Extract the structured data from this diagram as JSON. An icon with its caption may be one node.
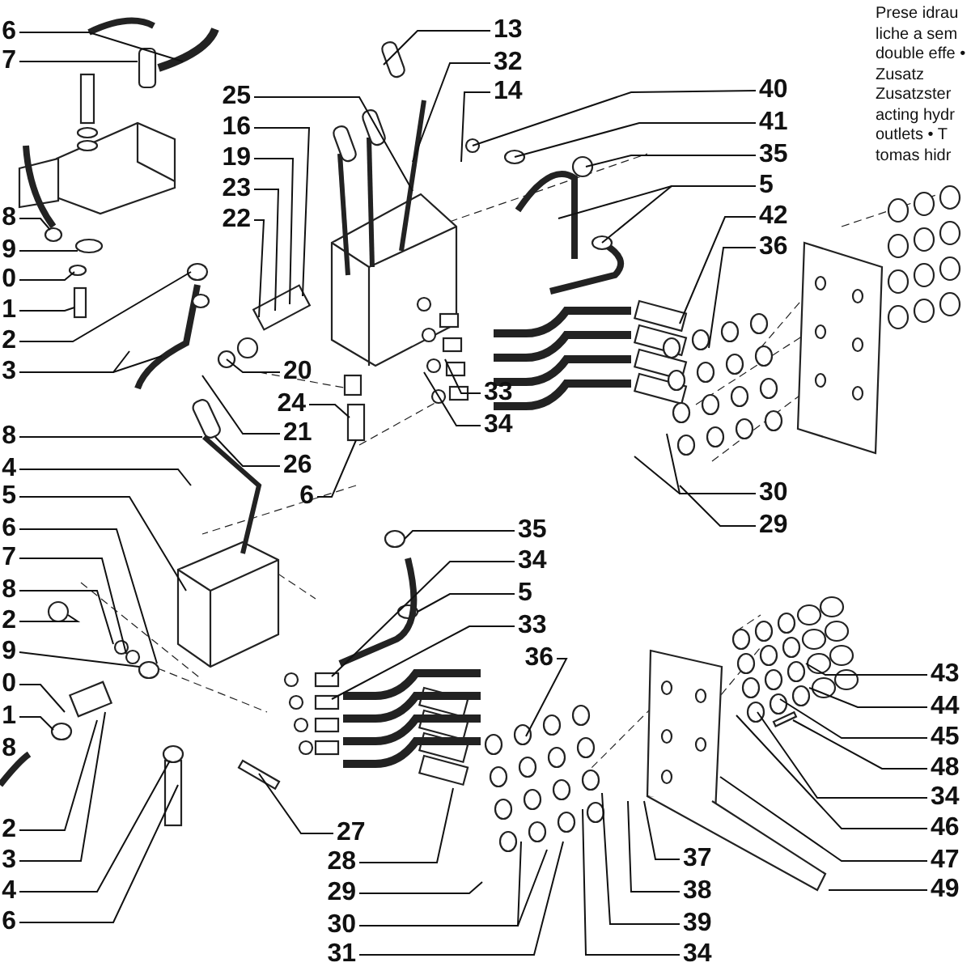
{
  "diagram": {
    "nodes": [
      {
        "text": [
          "13"
        ]
      },
      {
        "text": [
          "32"
        ]
      },
      {
        "text": [
          "14"
        ]
      },
      {
        "text": [
          "25"
        ]
      },
      {
        "text": [
          "16"
        ]
      },
      {
        "text": [
          "19"
        ]
      },
      {
        "text": [
          "23"
        ]
      },
      {
        "text": [
          "22"
        ]
      },
      {
        "text": [
          "40"
        ]
      },
      {
        "text": [
          "41"
        ]
      },
      {
        "text": [
          "35"
        ]
      },
      {
        "text": [
          "5"
        ]
      },
      {
        "text": [
          "42"
        ]
      },
      {
        "text": [
          "36"
        ]
      },
      {
        "text": [
          "20"
        ]
      },
      {
        "text": [
          "24"
        ]
      },
      {
        "text": [
          "21"
        ]
      },
      {
        "text": [
          "26"
        ]
      },
      {
        "text": [
          "6"
        ]
      },
      {
        "text": [
          "33"
        ]
      },
      {
        "text": [
          "34"
        ]
      },
      {
        "text": [
          "30"
        ]
      },
      {
        "text": [
          "29"
        ]
      },
      {
        "text": [
          "35"
        ]
      },
      {
        "text": [
          "34"
        ]
      },
      {
        "text": [
          "5"
        ]
      },
      {
        "text": [
          "33"
        ]
      },
      {
        "text": [
          "36"
        ]
      },
      {
        "text": [
          "43"
        ]
      },
      {
        "text": [
          "44"
        ]
      },
      {
        "text": [
          "45"
        ]
      },
      {
        "text": [
          "48"
        ]
      },
      {
        "text": [
          "34"
        ]
      },
      {
        "text": [
          "46"
        ]
      },
      {
        "text": [
          "27"
        ]
      },
      {
        "text": [
          "47"
        ]
      },
      {
        "text": [
          "28"
        ]
      },
      {
        "text": [
          "37"
        ]
      },
      {
        "text": [
          "38"
        ]
      },
      {
        "text": [
          "29"
        ]
      },
      {
        "text": [
          "49"
        ]
      },
      {
        "text": [
          "39"
        ]
      },
      {
        "text": [
          "30"
        ]
      },
      {
        "text": [
          "31"
        ]
      },
      {
        "text": [
          "34"
        ]
      },
      {
        "text": [
          "6"
        ]
      },
      {
        "text": [
          "7"
        ]
      },
      {
        "text": [
          "8"
        ]
      },
      {
        "text": [
          "9"
        ]
      },
      {
        "text": [
          "0"
        ]
      },
      {
        "text": [
          "1"
        ]
      },
      {
        "text": [
          "2"
        ]
      },
      {
        "text": [
          "3"
        ]
      },
      {
        "text": [
          "8"
        ]
      },
      {
        "text": [
          "4"
        ]
      },
      {
        "text": [
          "5"
        ]
      },
      {
        "text": [
          "6"
        ]
      },
      {
        "text": [
          "7"
        ]
      },
      {
        "text": [
          "8"
        ]
      },
      {
        "text": [
          "2"
        ]
      },
      {
        "text": [
          "9"
        ]
      },
      {
        "text": [
          "0"
        ]
      },
      {
        "text": [
          "1"
        ]
      },
      {
        "text": [
          "2"
        ]
      },
      {
        "text": [
          "3"
        ]
      },
      {
        "text": [
          "4"
        ]
      },
      {
        "text": [
          "6"
        ]
      }
    ],
    "edges": [
      {
        "from": 0,
        "to": null,
        "arrow": "none"
      },
      {
        "from": 1,
        "to": null,
        "arrow": "none"
      },
      {
        "from": 2,
        "to": null,
        "arrow": "none"
      },
      {
        "from": 3,
        "to": null,
        "arrow": "none"
      },
      {
        "from": 4,
        "to": null,
        "arrow": "none"
      },
      {
        "from": 5,
        "to": null,
        "arrow": "none"
      },
      {
        "from": 6,
        "to": null,
        "arrow": "none"
      },
      {
        "from": 7,
        "to": null,
        "arrow": "none"
      },
      {
        "from": 8,
        "to": null,
        "arrow": "none"
      },
      {
        "from": 9,
        "to": null,
        "arrow": "none"
      },
      {
        "from": 10,
        "to": null,
        "arrow": "none"
      },
      {
        "from": 11,
        "to": null,
        "arrow": "none"
      },
      {
        "from": 11,
        "to": null,
        "arrow": "none"
      },
      {
        "from": 12,
        "to": null,
        "arrow": "none"
      },
      {
        "from": 13,
        "to": null,
        "arrow": "none"
      },
      {
        "from": 14,
        "to": null,
        "arrow": "none"
      },
      {
        "from": 15,
        "to": null,
        "arrow": "none"
      },
      {
        "from": 16,
        "to": null,
        "arrow": "none"
      },
      {
        "from": 17,
        "to": null,
        "arrow": "none"
      },
      {
        "from": 18,
        "to": null,
        "arrow": "none"
      },
      {
        "from": 19,
        "to": null,
        "arrow": "none"
      },
      {
        "from": 20,
        "to": null,
        "arrow": "none"
      },
      {
        "from": 21,
        "to": null,
        "arrow": "none"
      },
      {
        "from": 21,
        "to": null,
        "arrow": "none"
      },
      {
        "from": 22,
        "to": null,
        "arrow": "none"
      },
      {
        "from": 23,
        "to": null,
        "arrow": "none"
      },
      {
        "from": 24,
        "to": null,
        "arrow": "none"
      },
      {
        "from": 25,
        "to": null,
        "arrow": "none"
      },
      {
        "from": 26,
        "to": null,
        "arrow": "none"
      },
      {
        "from": 27,
        "to": null,
        "arrow": "none"
      },
      {
        "from": 28,
        "to": null,
        "arrow": "none"
      },
      {
        "from": 29,
        "to": null,
        "arrow": "none"
      },
      {
        "from": 30,
        "to": null,
        "arrow": "none"
      },
      {
        "from": 31,
        "to": null,
        "arrow": "none"
      },
      {
        "from": 32,
        "to": null,
        "arrow": "none"
      },
      {
        "from": 33,
        "to": null,
        "arrow": "none"
      },
      {
        "from": 34,
        "to": null,
        "arrow": "none"
      },
      {
        "from": 35,
        "to": null,
        "arrow": "none"
      },
      {
        "from": 36,
        "to": null,
        "arrow": "none"
      },
      {
        "from": 37,
        "to": null,
        "arrow": "none"
      },
      {
        "from": 38,
        "to": null,
        "arrow": "none"
      },
      {
        "from": 39,
        "to": null,
        "arrow": "none"
      },
      {
        "from": 40,
        "to": null,
        "arrow": "none"
      },
      {
        "from": 41,
        "to": null,
        "arrow": "none"
      },
      {
        "from": 42,
        "to": null,
        "arrow": "none"
      },
      {
        "from": 42,
        "to": null,
        "arrow": "none"
      },
      {
        "from": 43,
        "to": null,
        "arrow": "none"
      },
      {
        "from": 44,
        "to": null,
        "arrow": "none"
      },
      {
        "from": 45,
        "to": null,
        "arrow": "none"
      },
      {
        "from": 46,
        "to": null,
        "arrow": "none"
      },
      {
        "from": 47,
        "to": null,
        "arrow": "none"
      },
      {
        "from": 48,
        "to": null,
        "arrow": "none"
      },
      {
        "from": 49,
        "to": null,
        "arrow": "none"
      },
      {
        "from": 50,
        "to": null,
        "arrow": "none"
      },
      {
        "from": 51,
        "to": null,
        "arrow": "none"
      },
      {
        "from": 52,
        "to": null,
        "arrow": "none"
      },
      {
        "from": 52,
        "to": null,
        "arrow": "none"
      },
      {
        "from": 53,
        "to": null,
        "arrow": "none"
      },
      {
        "from": 54,
        "to": null,
        "arrow": "none"
      },
      {
        "from": 55,
        "to": null,
        "arrow": "none"
      },
      {
        "from": 56,
        "to": null,
        "arrow": "none"
      },
      {
        "from": 57,
        "to": null,
        "arrow": "none"
      },
      {
        "from": 58,
        "to": null,
        "arrow": "none"
      },
      {
        "from": 59,
        "to": null,
        "arrow": "none"
      },
      {
        "from": 60,
        "to": null,
        "arrow": "none"
      },
      {
        "from": 61,
        "to": null,
        "arrow": "none"
      },
      {
        "from": 62,
        "to": null,
        "arrow": "none"
      },
      {
        "from": 63,
        "to": null,
        "arrow": "none"
      },
      {
        "from": 64,
        "to": null,
        "arrow": "none"
      },
      {
        "from": 65,
        "to": null,
        "arrow": "none"
      },
      {
        "from": 66,
        "to": null,
        "arrow": "none"
      }
    ],
    "labels": [
      "Prese idrau liche a sem double effe • Zusatz Zusatzster acting hydr outlets • T tomas hidr",
      "8"
    ]
  }
}
